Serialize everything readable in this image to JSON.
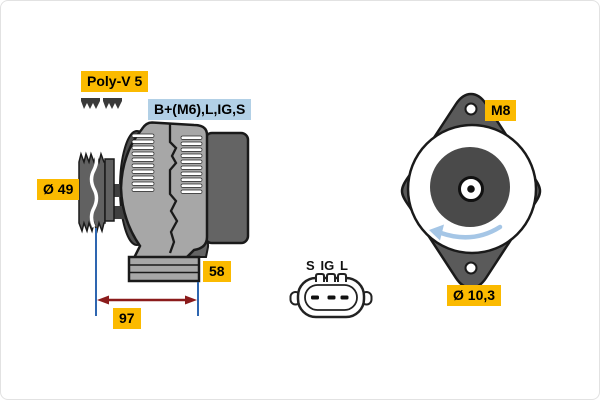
{
  "diagram": {
    "title": "alternator-technical-drawing",
    "side_view": {
      "belt_type": "Poly-V 5",
      "terminals": "B+(M6),L,IG,S",
      "pulley_diameter": "Ø 49",
      "dim_foot": "58",
      "dim_span": "97"
    },
    "connector": {
      "pins": [
        "S",
        "IG",
        "L"
      ]
    },
    "front_view": {
      "thread": "M8",
      "hole_diameter": "Ø 10,3"
    }
  },
  "colors": {
    "label_yellow": "#FBBA00",
    "label_blue": "#B2D0E6",
    "dimension_line_blue": "#2E66B0",
    "dimension_arrow_red": "#8B1B1B",
    "rotation_arrow_blue": "#A5C6E6",
    "body_gray": "#A7A7A7",
    "dark_gray": "#5A5A5A"
  }
}
